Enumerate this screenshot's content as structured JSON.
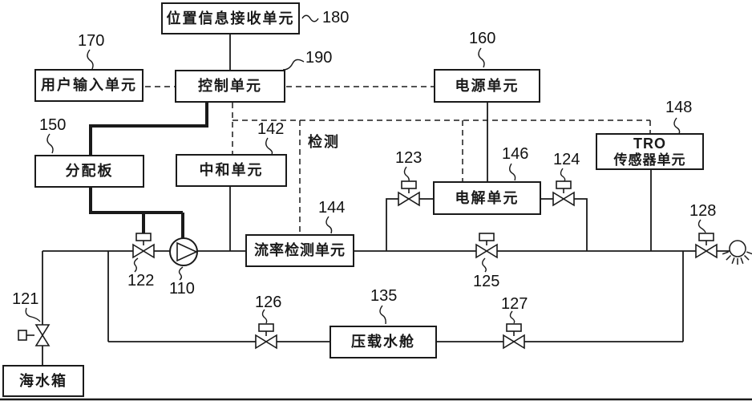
{
  "boxes": {
    "position_receiver": {
      "label": "位置信息接收单元",
      "ref": "180"
    },
    "user_input": {
      "label": "用户输入单元",
      "ref": "170"
    },
    "control": {
      "label": "控制单元",
      "ref": "190"
    },
    "power": {
      "label": "电源单元",
      "ref": "160"
    },
    "distribution": {
      "label": "分配板",
      "ref": "150"
    },
    "neutralization": {
      "label": "中和单元",
      "ref": "142"
    },
    "electrolysis": {
      "label": "电解单元",
      "ref": "146"
    },
    "tro_sensor": {
      "label_line1": "TRO",
      "label_line2": "传感器单元",
      "ref": "148"
    },
    "flow_rate": {
      "label": "流率检测单元",
      "ref": "144"
    },
    "ballast_tank": {
      "label": "压载水舱",
      "ref": "135"
    },
    "seawater_tank": {
      "label": "海水箱"
    }
  },
  "components": {
    "pump": {
      "ref": "110"
    },
    "valve_121": {
      "ref": "121"
    },
    "valve_122": {
      "ref": "122"
    },
    "valve_123": {
      "ref": "123"
    },
    "valve_124": {
      "ref": "124"
    },
    "valve_125": {
      "ref": "125"
    },
    "valve_126": {
      "ref": "126"
    },
    "valve_127": {
      "ref": "127"
    },
    "valve_128": {
      "ref": "128"
    }
  },
  "annotations": {
    "detect": "检测"
  }
}
